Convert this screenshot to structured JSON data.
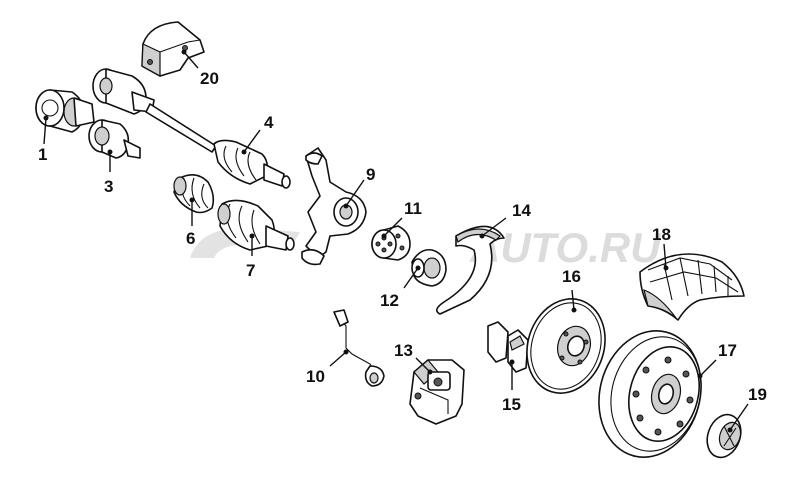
{
  "watermark": {
    "text": "AUTO.RU"
  },
  "callouts": [
    {
      "id": "1",
      "label": "1"
    },
    {
      "id": "3",
      "label": "3"
    },
    {
      "id": "4",
      "label": "4"
    },
    {
      "id": "6",
      "label": "6"
    },
    {
      "id": "7",
      "label": "7"
    },
    {
      "id": "9",
      "label": "9"
    },
    {
      "id": "10",
      "label": "10"
    },
    {
      "id": "11",
      "label": "11"
    },
    {
      "id": "12",
      "label": "12"
    },
    {
      "id": "13",
      "label": "13"
    },
    {
      "id": "14",
      "label": "14"
    },
    {
      "id": "15",
      "label": "15"
    },
    {
      "id": "16",
      "label": "16"
    },
    {
      "id": "17",
      "label": "17"
    },
    {
      "id": "18",
      "label": "18"
    },
    {
      "id": "19",
      "label": "19"
    },
    {
      "id": "20",
      "label": "20"
    }
  ]
}
